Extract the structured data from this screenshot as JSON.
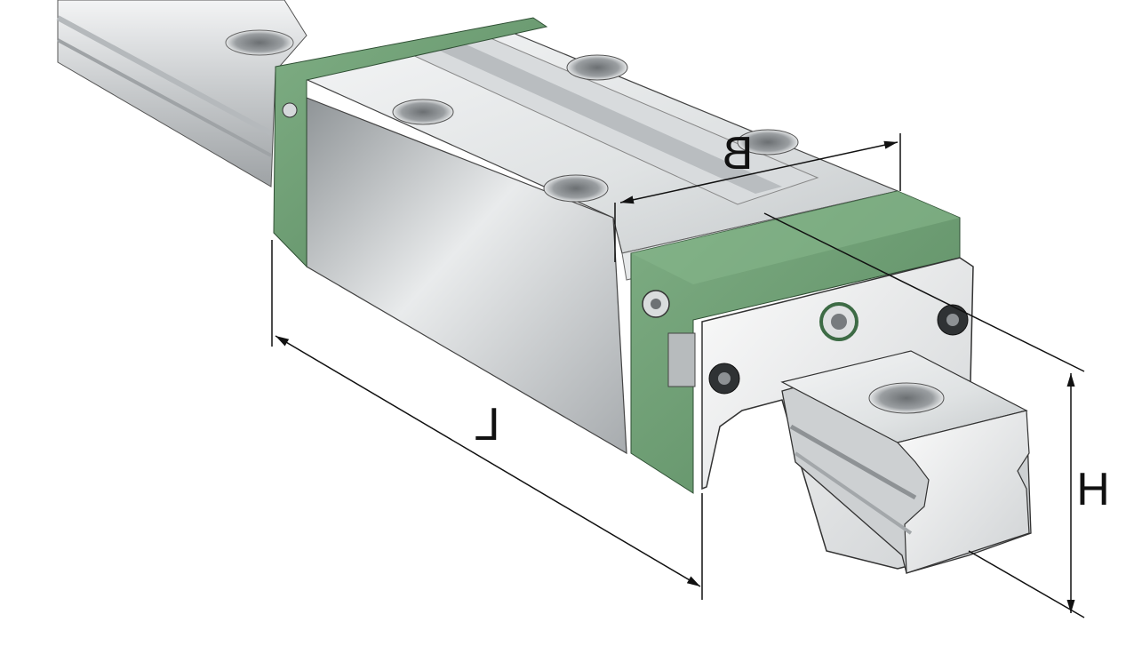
{
  "labels": {
    "b": "B",
    "l": "L",
    "h": "H"
  },
  "colors": {
    "seal_green": "#6f9f74",
    "seal_green_dark": "#4f7d56",
    "steel_light": "#eef0f1",
    "steel_mid": "#c9ccce",
    "steel_dark": "#8e9295",
    "line": "#111111"
  }
}
